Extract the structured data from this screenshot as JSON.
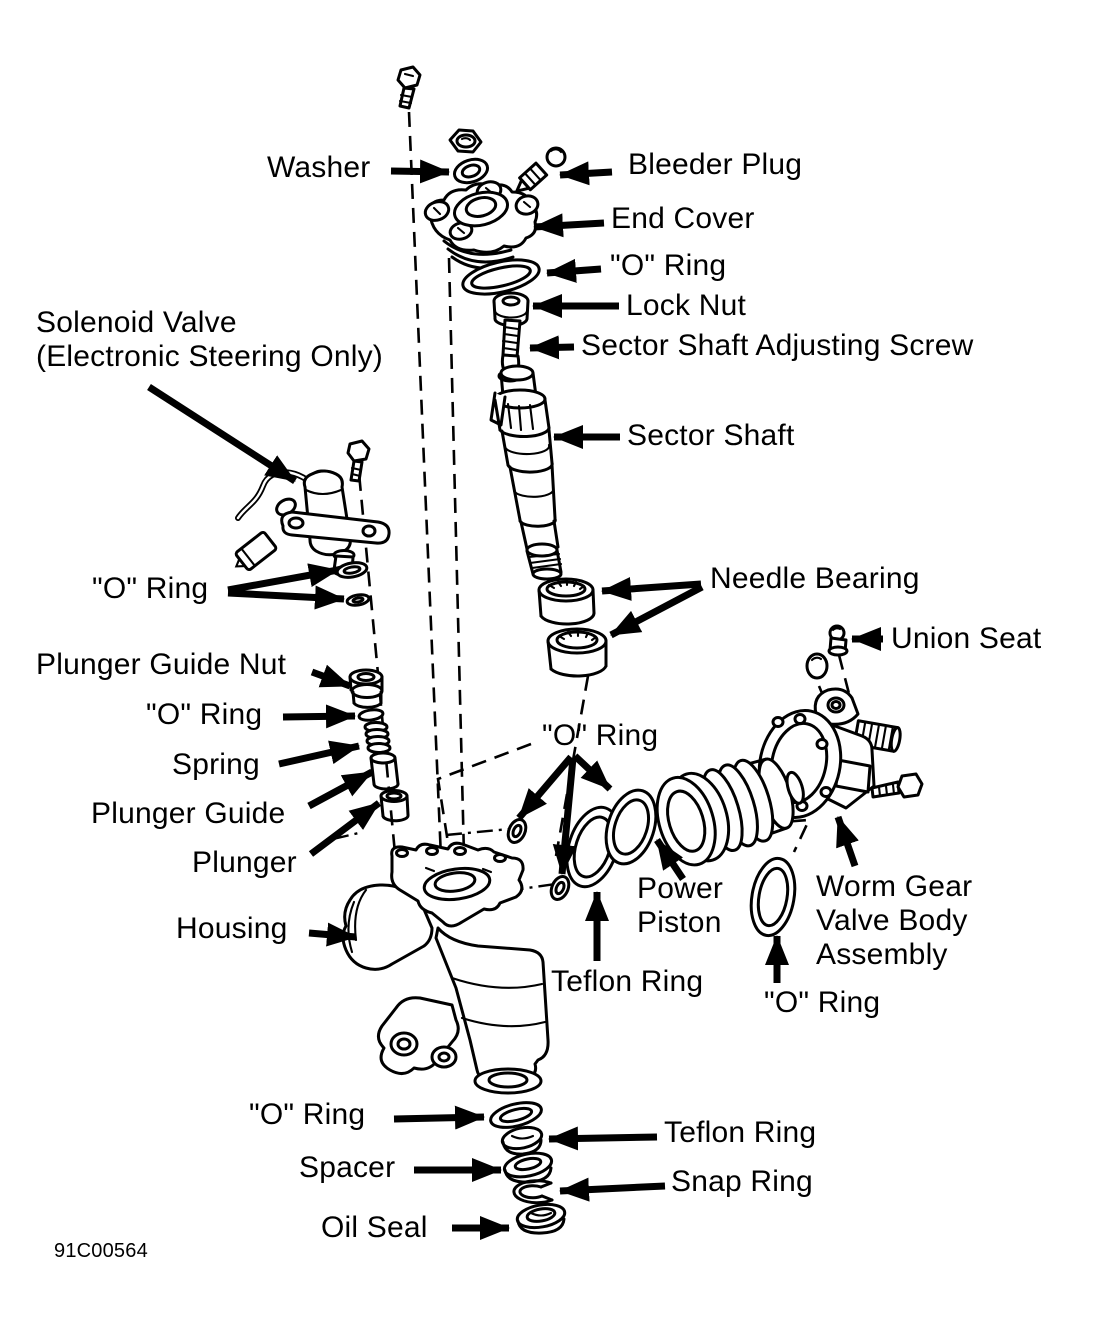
{
  "figure": {
    "code": "91C00564",
    "type": "exploded-parts-diagram",
    "subject": "power steering gear assembly",
    "ink": "#000000",
    "background": "#ffffff"
  },
  "callouts": {
    "washer": "Washer",
    "bleeder_plug": "Bleeder Plug",
    "end_cover": "End Cover",
    "o_ring": "\"O\" Ring",
    "lock_nut": "Lock Nut",
    "sector_shaft_adjusting_screw": "Sector Shaft Adjusting Screw",
    "solenoid_valve": "Solenoid Valve\n(Electronic Steering Only)",
    "sector_shaft": "Sector Shaft",
    "needle_bearing": "Needle Bearing",
    "union_seat": "Union Seat",
    "plunger_guide_nut": "Plunger Guide Nut",
    "spring": "Spring",
    "plunger_guide": "Plunger Guide",
    "plunger": "Plunger",
    "housing": "Housing",
    "power_piston": "Power\nPiston",
    "worm_gear_valve_body_assembly": "Worm Gear\nValve Body\nAssembly",
    "teflon_ring": "Teflon Ring",
    "spacer": "Spacer",
    "snap_ring": "Snap Ring",
    "oil_seal": "Oil Seal"
  }
}
